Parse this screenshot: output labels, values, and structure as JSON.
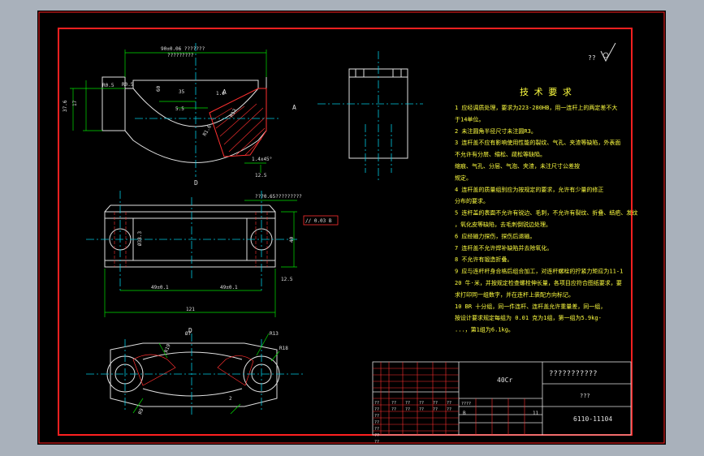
{
  "drawing": {
    "roughness_symbol": "??",
    "tech_title": "技 术 要 求",
    "tech_requirements": [
      "1  应经调质处理，要求为223-280HB，用一连杆上的两定差不大",
      "   于14单位。",
      "2  未注圆角半径尺寸未注圆R3。",
      "3  连杆盖不应有影响使用性能的裂纹、气孔、夹渣等缺陷，外表面",
      "   不允许有分层、缩松、疏松等缺陷。",
      "   缩痕、气孔、分层、气泡、夹渣，未注尺寸公差按",
      "   规定。",
      "4  连杆盖的质量组别应为按规定的要求，允许有少量的修正",
      "   分布的要求。",
      "5  连杆盖的表面不允许有锐边、毛刺，不允许有裂纹、折叠、结疤、发纹",
      "   ，氧化皮等缺陷，去毛刺倒锐边处理。",
      "6  应经磁力探伤，探伤后退磁。",
      "7  连杆盖不允许焊补缺陷并去除氧化。",
      "8  不允许有锻造折叠。",
      "9  应与连杆杆身合格后组合加工，对连杆螺栓的拧紧力矩应为11-1",
      "   20 牛·米，并按规定检查螺栓伸长量，各项目应符合图纸要求，要",
      "   求打印同一组数字，并在连杆上装配方向标记。",
      "10 BR 十分组，同一件连杆、连杆盖允许重量差，同一组，",
      "   按设计要求规定每组为 0.01 克为1组，第一组为5.9kg-",
      "   ...，第1组为6.1kg。"
    ],
    "dims": {
      "top_a": "90±0.06 ???????",
      "top_b": "?????????",
      "left_h1": "17",
      "left_h2": "37.6",
      "left_r1": "R0.5",
      "left_r2": "R0.5",
      "small1": "60",
      "small2": "35",
      "mid_a": "5.5",
      "mid_b": "1.6",
      "right_r": "R13",
      "bottom_r": "R1.6",
      "chamfer": "1.4x45°",
      "roughness_bottom": "12.5",
      "section_a": "A",
      "section_a2": "A",
      "section_d": "D",
      "section_d2": "D",
      "mid_top": "???0.65?????????",
      "mid_left": "Ø38.3",
      "mid_right": "40",
      "tol_box": "// 0.03 B",
      "mid_b1": "49±0.1",
      "mid_b2": "49±0.1",
      "mid_total": "121",
      "mid_ra": "12.5",
      "bot_r1": "R13",
      "bot_r2": "R18",
      "bot_r3": "R19",
      "bot_r4": "R9",
      "bot_d": "Ø7",
      "bot_num": "2"
    },
    "title_block": {
      "material": "40Cr",
      "drawing_title": "???????????",
      "company": "???",
      "drawing_no": "6110-11104",
      "row_labels": [
        "??",
        "??",
        "??",
        "??",
        "??",
        "??",
        "??"
      ],
      "scale_label": "????",
      "sheet_label": "B",
      "sheet_num": "11",
      "cells_small": [
        "??",
        "??",
        "??",
        "??",
        "??",
        "??",
        "??",
        "??",
        "??",
        "??"
      ]
    }
  }
}
